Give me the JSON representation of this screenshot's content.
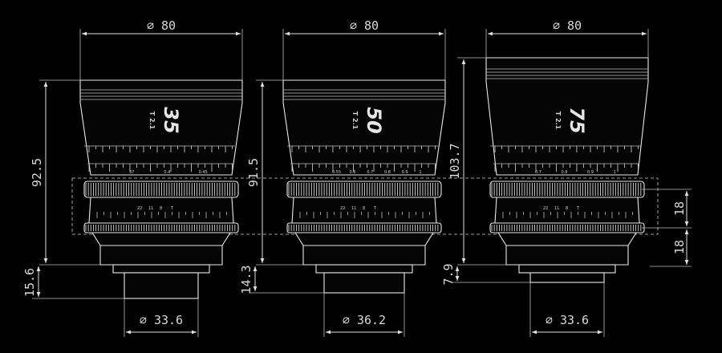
{
  "lenses": [
    {
      "focal": "35",
      "tstop": "T 2.1",
      "front_diameter": "80",
      "rear_diameter": "33.6",
      "height": "92.5",
      "mount_depth": "15.6",
      "focus_scale_top": [
        "37",
        "0.4",
        "0.45"
      ],
      "focus_scale_bottom": [
        "22",
        "11",
        "8",
        "T"
      ]
    },
    {
      "focal": "50",
      "tstop": "T 2.1",
      "front_diameter": "80",
      "rear_diameter": "36.2",
      "height": "91.5",
      "mount_depth": "14.3",
      "focus_scale_top": [
        "0.55",
        "0.6",
        "0.7",
        "0.8",
        "0.9",
        "1"
      ],
      "focus_scale_bottom": [
        "22",
        "11",
        "8",
        "T"
      ]
    },
    {
      "focal": "75",
      "tstop": "T 2.1",
      "front_diameter": "80",
      "rear_diameter": "33.6",
      "height": "103.7",
      "mount_depth": "7.9",
      "focus_scale_top": [
        "0.7",
        "0.8",
        "0.9",
        "1"
      ],
      "focus_scale_bottom": [
        "22",
        "11",
        "8",
        "T"
      ]
    }
  ],
  "gear_dimensions": [
    "18",
    "18"
  ],
  "diameter_symbol": "∅"
}
